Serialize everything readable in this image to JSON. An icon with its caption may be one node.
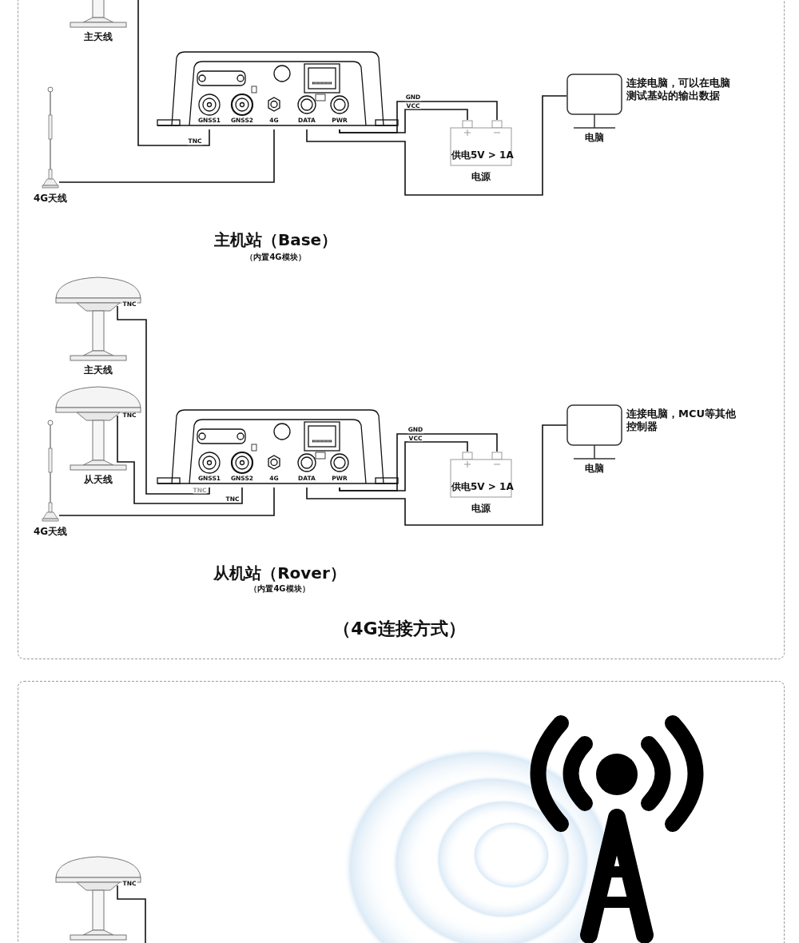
{
  "diagram": {
    "nodes": [
      {
        "text": [
          "主天线"
        ]
      },
      {
        "text": [
          "4G天线"
        ]
      },
      {
        "text": [
          "GNSS1",
          "GNSS2",
          "4G",
          "DATA",
          "PWR"
        ]
      },
      {
        "text": [
          "供电5V > 1A"
        ],
        "beside": [
          "电源"
        ]
      },
      {
        "text": [
          "电脑"
        ],
        "beside": [
          "连接电脑，可以在电脑测试基站的输出数据"
        ]
      },
      {
        "text": [
          "主天线"
        ]
      },
      {
        "text": [
          "从天线"
        ]
      },
      {
        "text": [
          "4G天线"
        ]
      },
      {
        "text": [
          "GNSS1",
          "GNSS2",
          "4G",
          "DATA",
          "PWR"
        ]
      },
      {
        "text": [
          "供电5V > 1A"
        ],
        "beside": [
          "电源"
        ]
      },
      {
        "text": [
          "电脑"
        ],
        "beside": [
          "连接电脑，MCU等其他控制器"
        ]
      },
      {
        "text": [],
        "shape": "picture"
      }
    ],
    "edges": [
      {
        "from": 0,
        "to": 2,
        "arrow": "none",
        "label": "TNC"
      },
      {
        "from": 1,
        "to": 2,
        "arrow": "none"
      },
      {
        "from": 2,
        "to": 3,
        "arrow": "none",
        "label": "GND"
      },
      {
        "from": 2,
        "to": 3,
        "arrow": "none",
        "label": "VCC"
      },
      {
        "from": 2,
        "to": 4,
        "arrow": "none"
      },
      {
        "from": 5,
        "to": 8,
        "arrow": "none",
        "label": "TNC"
      },
      {
        "from": 6,
        "to": 8,
        "arrow": "none",
        "label": "TNC"
      },
      {
        "from": 7,
        "to": 8,
        "arrow": "none"
      },
      {
        "from": 8,
        "to": 9,
        "arrow": "none",
        "label": "GND"
      },
      {
        "from": 8,
        "to": 9,
        "arrow": "none",
        "label": "VCC"
      },
      {
        "from": 8,
        "to": 10,
        "arrow": "none"
      },
      {
        "from": 11,
        "to": null,
        "arrow": "none",
        "label": "TNC"
      }
    ],
    "labels": [
      "主机站（Base）",
      "（内置4G模块）",
      "TNC",
      "TNC",
      "从机站（Rover）",
      "（内置4G模块）",
      "（4G连接方式）"
    ]
  }
}
